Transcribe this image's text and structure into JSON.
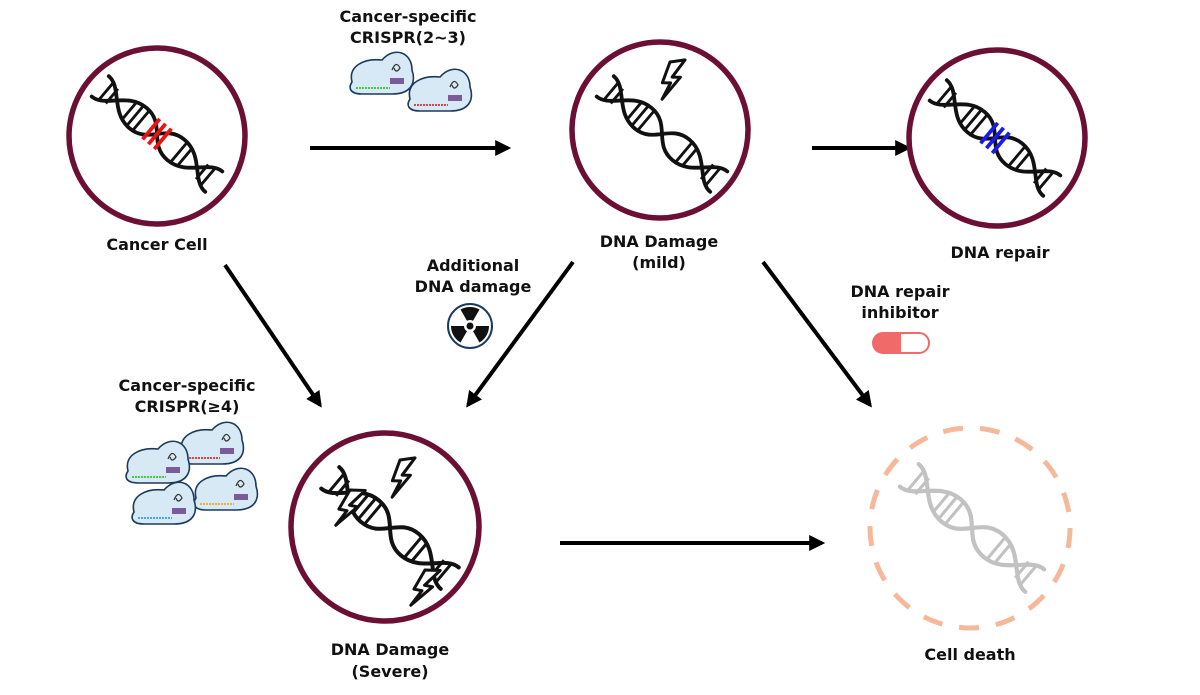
{
  "nodes": {
    "cancer_cell": {
      "label": "Cancer Cell",
      "highlight_color": "#ee1111"
    },
    "damage_mild": {
      "label_line1": "DNA Damage",
      "label_line2": "(mild)"
    },
    "dna_repair": {
      "label": "DNA repair",
      "highlight_color": "#1a1aee"
    },
    "damage_severe": {
      "label_line1": "DNA Damage",
      "label_line2": "(Severe)"
    },
    "cell_death": {
      "label": "Cell death",
      "ring_color": "#f6b89a"
    }
  },
  "annotations": {
    "crispr_2_3": {
      "line1": "Cancer-specific",
      "line2": "CRISPR(2~3)",
      "guide_colors": [
        "#44cc44",
        "#dd4444"
      ]
    },
    "crispr_4": {
      "line1": "Cancer-specific",
      "line2": "CRISPR(≥4)",
      "guide_colors": [
        "#dd4444",
        "#44cc44",
        "#f0b040",
        "#44aaee"
      ]
    },
    "additional_damage": {
      "line1": "Additional",
      "line2": "DNA damage",
      "icon": "radiation-icon"
    },
    "repair_inhibitor": {
      "line1": "DNA repair",
      "line2": "inhibitor",
      "icon": "pill-icon",
      "pill_color": "#f06a6a"
    }
  },
  "colors": {
    "ring": "#6b0f34",
    "arrow": "#000000"
  }
}
